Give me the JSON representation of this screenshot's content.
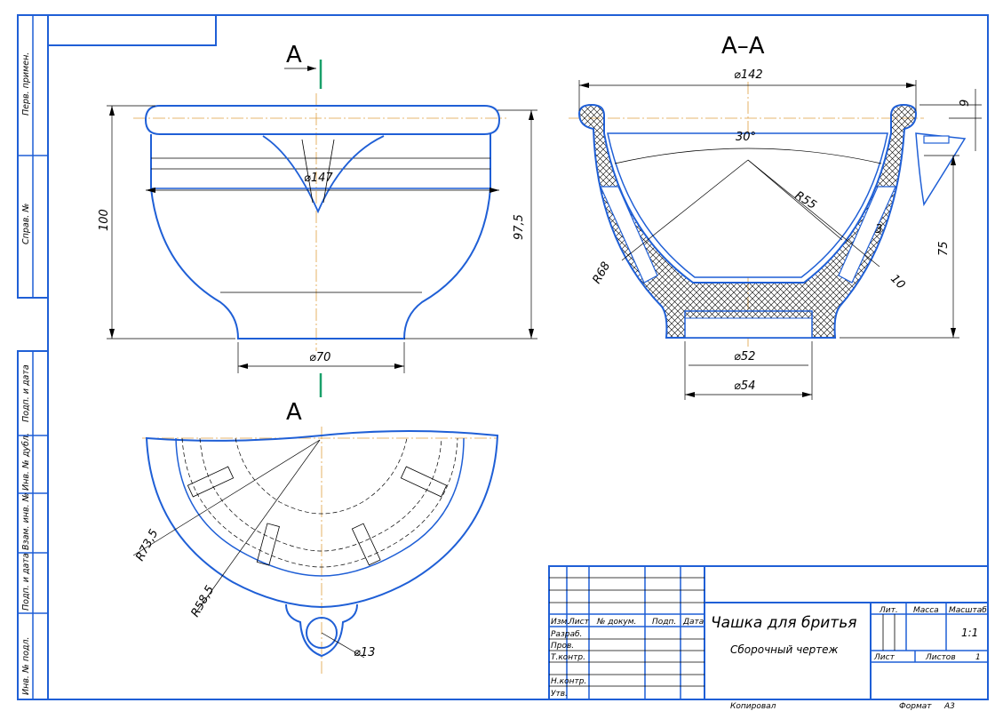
{
  "section_label": "А",
  "section_title": "А–А",
  "dims_front": {
    "height_total": "100",
    "height_body": "97,5",
    "dia_rim": "⌀147",
    "dia_base": "⌀70"
  },
  "dims_section": {
    "dia_top": "⌀142",
    "angle": "30°",
    "r_inner": "R55",
    "r_outer": "R68",
    "wall": "3",
    "rib": "10",
    "lip": "9",
    "height": "75",
    "dia_foot1": "⌀52",
    "dia_foot2": "⌀54"
  },
  "dims_plan": {
    "r1": "R73,5",
    "r2": "R58,5",
    "hole": "⌀13"
  },
  "side_strip": [
    "Перв. примен.",
    "Справ. №",
    "Подп. и дата",
    "Инв. № дубл.",
    "Взам. инв. №",
    "Подп. и дата",
    "Инв. № подл."
  ],
  "title_block": {
    "cols": [
      "Изм.",
      "Лист",
      "№ докум.",
      "Подп.",
      "Дата"
    ],
    "rows": [
      "Разраб.",
      "Пров.",
      "Т.контр.",
      "",
      "Н.контр.",
      "Утв."
    ],
    "name": "Чашка для бритья",
    "doc_type": "Сборочный чертеж",
    "lit": "Лит.",
    "mass": "Масса",
    "scale_label": "Масштаб",
    "scale": "1:1",
    "sheet": "Лист",
    "sheets": "Листов",
    "sheets_count": "1"
  },
  "footer": {
    "copied": "Копировал",
    "format": "Формат",
    "format_value": "А3"
  }
}
